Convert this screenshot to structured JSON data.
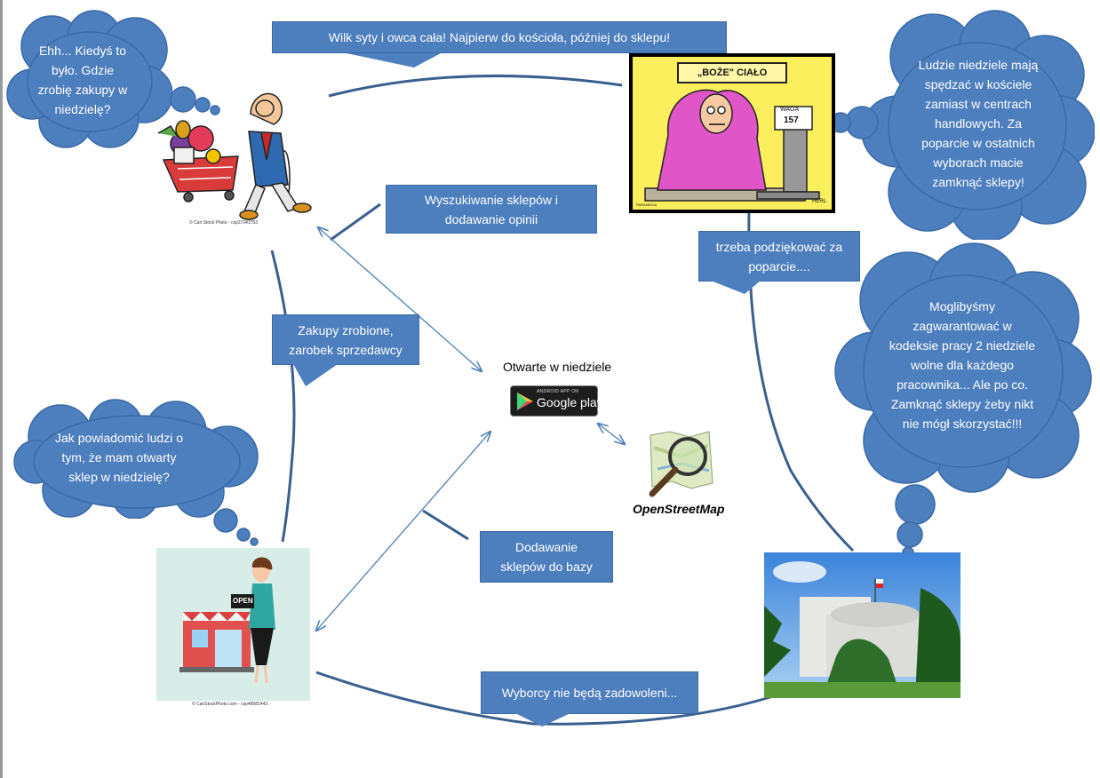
{
  "clouds": {
    "topleft": "Ehh... Kiedyś to było. Gdzie zrobię zakupy w niedzielę?",
    "topright": "Ludzie niedziele mają spędzać w kościele zamiast w centrach handlowych. Za poparcie w ostatnich wyborach macie zamknąć sklepy!",
    "midright": "Moglibyśmy zagwarantować w kodeksie pracy 2 niedziele wolne dla każdego pracownika... Ale po co. Zamknąć sklepy żeby nikt nie mógł skorzystać!!!",
    "midleft": "Jak powiadomić ludzi o tym, że mam otwarty sklep w niedzielę?"
  },
  "boxes": {
    "wilk": "Wilk syty i owca cała! Najpierw do kościoła, później do sklepu!",
    "wyszukiwanie": "Wyszukiwanie sklepów i dodawanie opinii",
    "podziekowac": "trzeba podziękować za poparcie....",
    "zakupy": "Zakupy zrobione, zarobek sprzedawcy",
    "dodawanie": "Dodawanie sklepów do bazy",
    "wyborcy": "Wyborcy nie będą zadowoleni..."
  },
  "center": {
    "title": "Otwarte w niedziele",
    "gp_small": "ANDROID APP ON",
    "gp_big": "Google play",
    "osm": "OpenStreetMap"
  },
  "credits": {
    "shopper": "© Can Stock Photo - csp27341753",
    "shop": "© CanStockPhoto.com - csp48681443"
  },
  "cartoon": {
    "banner": "„BOŻE\" CIAŁO",
    "scale_label": "WAGA",
    "scale_value": "157",
    "signature": "HERL",
    "small_credit": "PARAMEDIA"
  },
  "shop": {
    "sign": "OPEN"
  },
  "colors": {
    "shape_blue": "#4d7ebd",
    "outline": "#3b6aa6",
    "connector": "#3a5f8f",
    "arrow": "#4f7fb4"
  }
}
